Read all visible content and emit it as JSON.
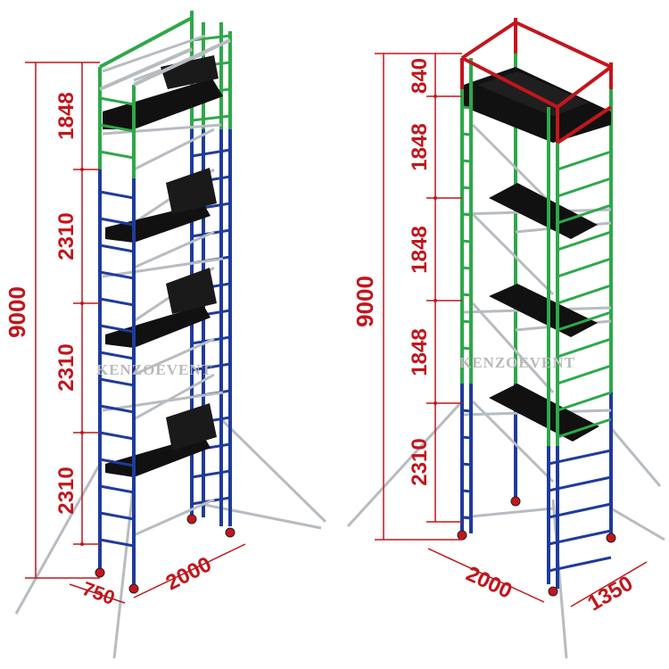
{
  "watermark": "KENZOEVENT",
  "colors": {
    "dimension": "#c0161c",
    "frame_blue": "#1f3b9c",
    "frame_green": "#2ea84a",
    "guardrail_red": "#c3161c",
    "brace_grey": "#b7bcc1",
    "platform": "#111111"
  },
  "left_tower": {
    "total_height": "9000",
    "segments": [
      "1848",
      "2310",
      "2310",
      "2310"
    ],
    "width": "750",
    "length": "2000"
  },
  "right_tower": {
    "total_height": "9000",
    "segments": [
      "840",
      "1848",
      "1848",
      "1848",
      "2310"
    ],
    "length": "2000",
    "width": "1350"
  }
}
